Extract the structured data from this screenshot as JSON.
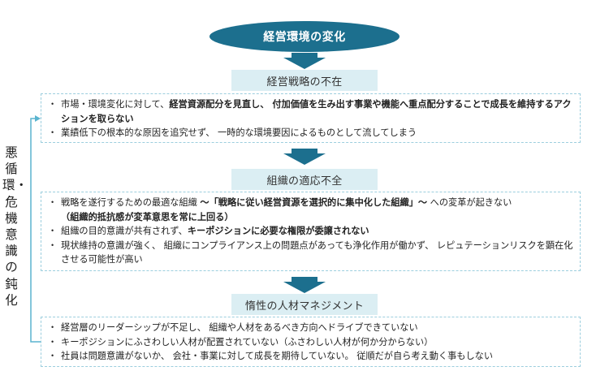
{
  "title": "経営環境の変化",
  "feedback_label": "悪循環・危機意識の鈍化",
  "stages": [
    {
      "header": "経営戦略の不在",
      "items": [
        {
          "segments": [
            {
              "text": "市場・環境変化に対して、",
              "bold": false
            },
            {
              "text": "経営資源配分を見直し、 付加価値を生み出す事業や機能へ重点配分することで成長を維持するアクションを取らない",
              "bold": true
            }
          ]
        },
        {
          "segments": [
            {
              "text": "業績低下の根本的な原因を追究せず、 一時的な環境要因によるものとして流してしまう",
              "bold": false
            }
          ]
        }
      ]
    },
    {
      "header": "組織の適応不全",
      "items": [
        {
          "segments": [
            {
              "text": "戦略を遂行するための最適な組織 ",
              "bold": false
            },
            {
              "text": "～「戦略に従い経営資源を選択的に集中化した組織」～",
              "bold": true
            },
            {
              "text": " への変革が起きない",
              "bold": false
            },
            {
              "text": "（組織的抵抗感が変革意思を常に上回る）",
              "bold": true
            }
          ]
        },
        {
          "segments": [
            {
              "text": "組織の目的意識が共有されず、",
              "bold": false
            },
            {
              "text": "キーポジションに必要な権限が委譲されない",
              "bold": true
            }
          ]
        },
        {
          "segments": [
            {
              "text": "現状維持の意識が強く、 組織にコンプライアンス上の問題点があっても浄化作用が働かず、 レピュテーションリスクを顕在化させる可能性が高い",
              "bold": false
            }
          ]
        }
      ]
    },
    {
      "header": "惰性の人材マネジメント",
      "items": [
        {
          "segments": [
            {
              "text": "経営層のリーダーシップが不足し、 組織や人材をあるべき方向へドライブできていない",
              "bold": false
            }
          ]
        },
        {
          "segments": [
            {
              "text": "キーポジションにふさわしい人材が配置されていない（ふさわしい人材が何か分からない）",
              "bold": false
            }
          ]
        },
        {
          "segments": [
            {
              "text": "社員は問題意識がないか、 会社・事業に対して成長を期待していない。 従順だが自ら考え動く事もしない",
              "bold": false
            }
          ]
        }
      ]
    }
  ],
  "colors": {
    "ellipse": "#1c6f8e",
    "arrow": "#1c6f8e",
    "header_bg": "#dbeef3",
    "box_border": "#9ccede",
    "feedback_line": "#5ab4cf"
  }
}
